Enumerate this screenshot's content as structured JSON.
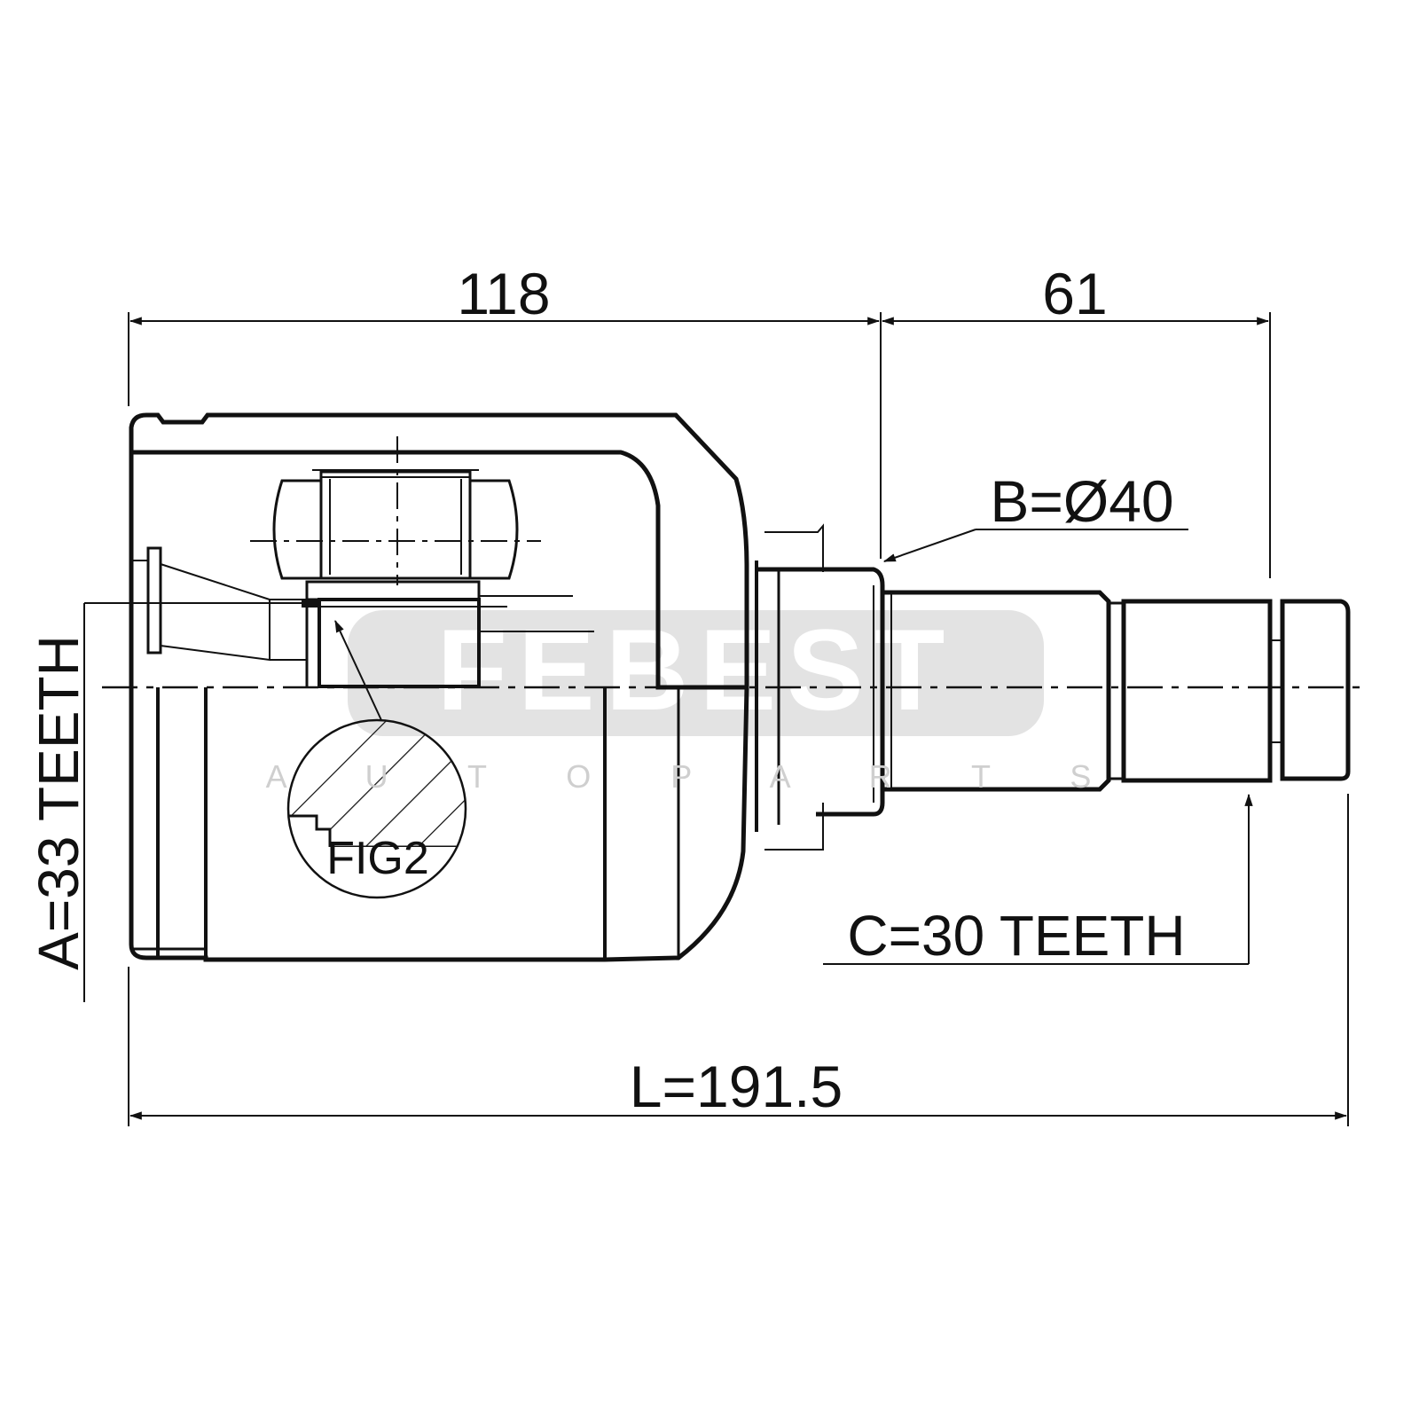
{
  "dimensions": {
    "housing_length": "118",
    "shaft_length": "61",
    "outer_diameter": "B=Ø40",
    "inner_teeth": "A=33 TEETH",
    "outer_teeth": "C=30 TEETH",
    "total_length": "L=191.5"
  },
  "detail_label": "FIG2",
  "watermark": {
    "brand": "FEBEST",
    "tagline": "A U T O P A R T S"
  },
  "colors": {
    "line": "#111111",
    "watermark_bg": "#e3e3e3",
    "watermark_text": "#cfcfcf"
  }
}
